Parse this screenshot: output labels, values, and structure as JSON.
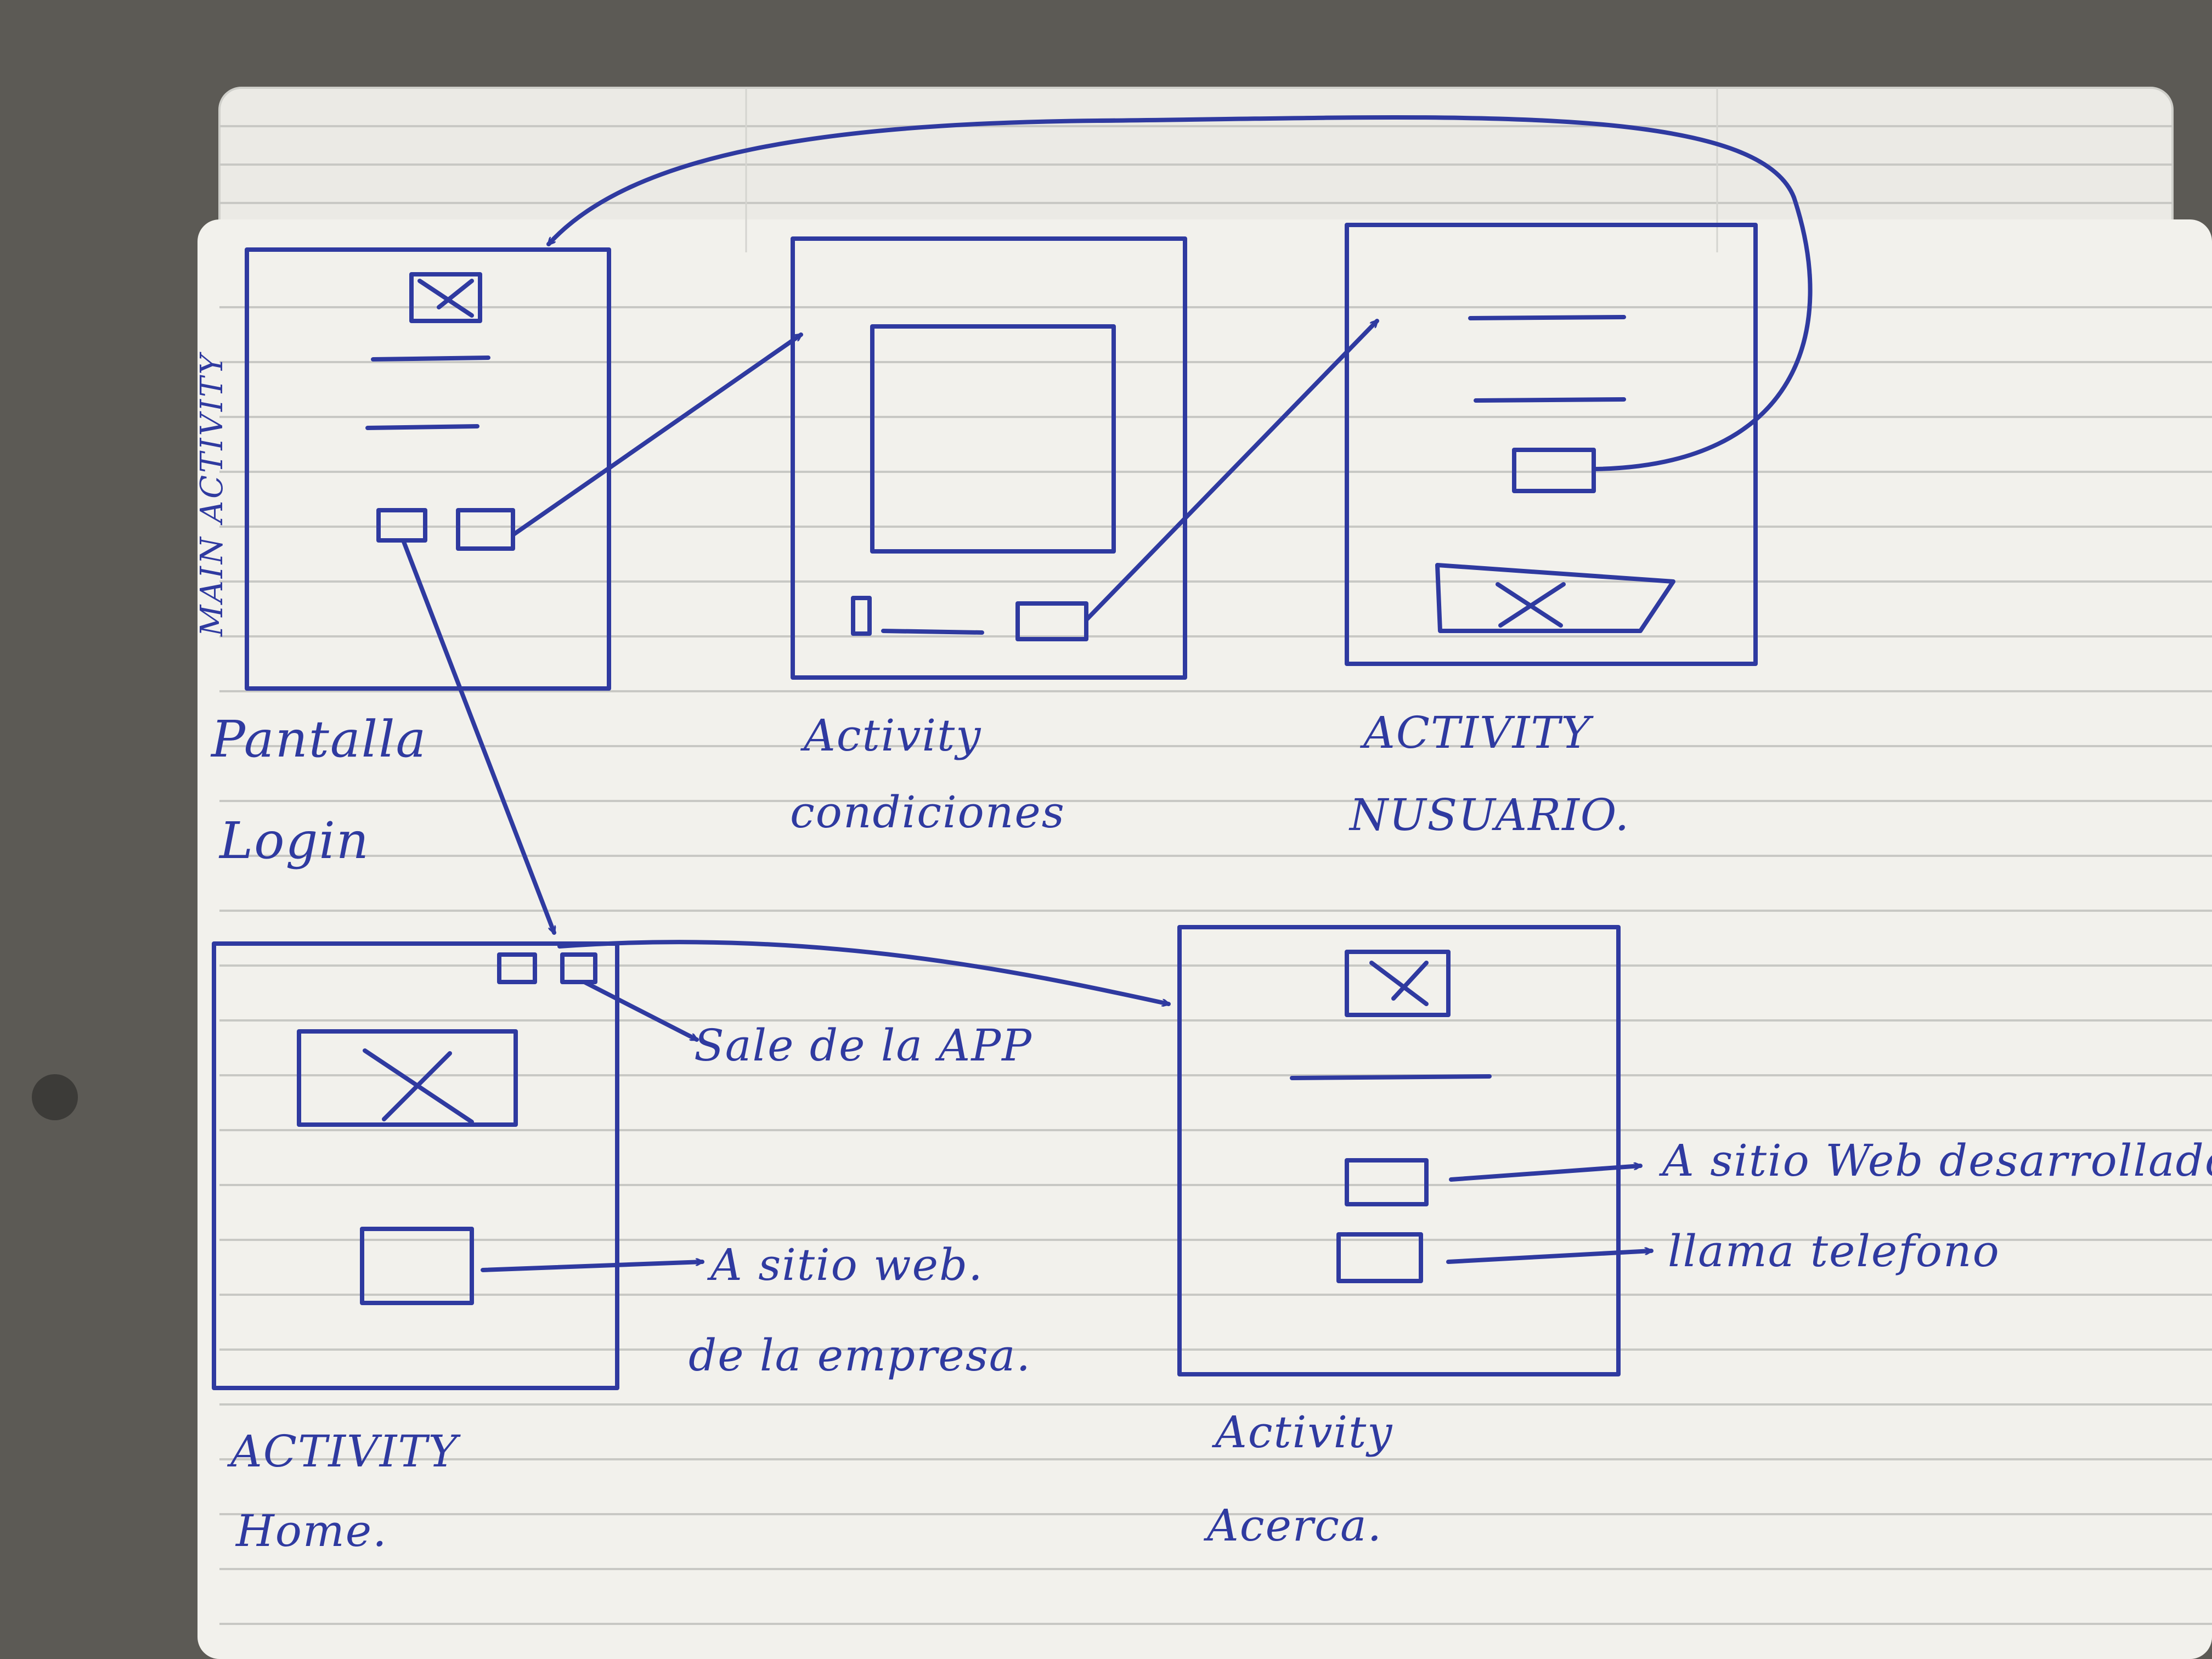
{
  "diagram": {
    "screens": {
      "login": {
        "label_line1": "Pantalla",
        "label_line2": "Login",
        "side_label": "MAIN ACTIVITY"
      },
      "condiciones": {
        "label_line1": "Activity",
        "label_line2": "condiciones"
      },
      "nusuario": {
        "label_line1": "ACTIVITY",
        "label_line2": "NUSUARIO."
      },
      "home": {
        "label_line1": "ACTIVITY",
        "label_line2": "Home."
      },
      "acerca": {
        "label_line1": "Activity",
        "label_line2": "Acerca."
      }
    },
    "annotations": {
      "exit_app": "Sale de la APP",
      "company_web_line1": "A sitio web.",
      "company_web_line2": "de la empresa.",
      "developer_web": "A sitio Web desarrollador",
      "call_phone": "llama telefono"
    },
    "colors": {
      "ink": "#2f3aa0",
      "paper": "#f2f1ec",
      "rule": "#c8c8c4"
    }
  }
}
